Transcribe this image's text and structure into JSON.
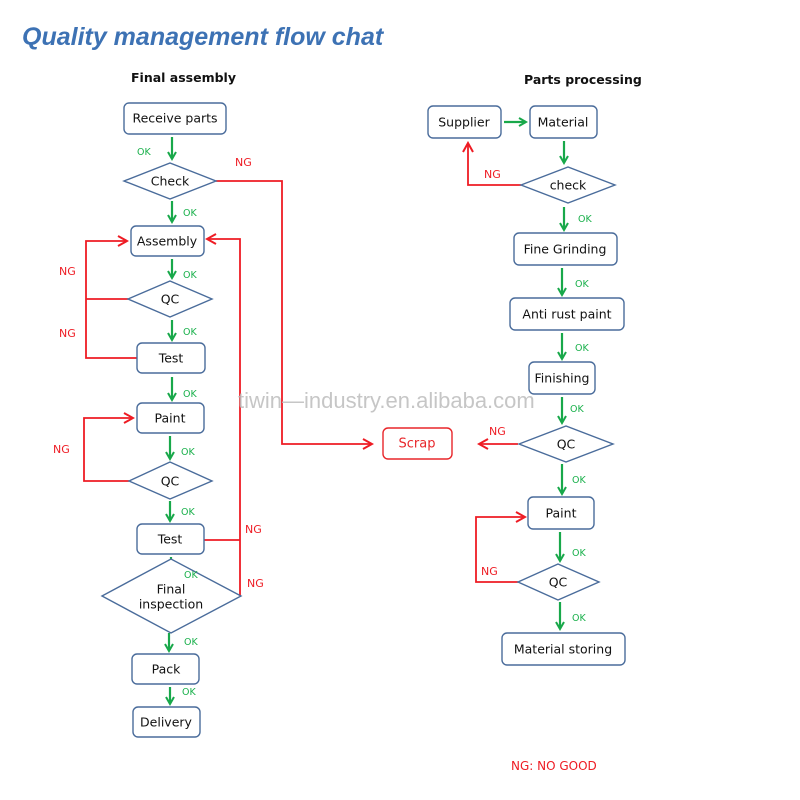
{
  "title": "Quality management flow chat",
  "final_assembly": {
    "heading": "Final assembly",
    "nodes": [
      "Receive parts",
      "Check",
      "Assembly",
      "QC",
      "Test",
      "Paint",
      "QC",
      "Test",
      "Final",
      "inspection",
      "Pack",
      "Delivery"
    ]
  },
  "parts_processing": {
    "heading": "Parts processing",
    "nodes": [
      "Supplier",
      "Material",
      "check",
      "Fine Grinding",
      "Anti rust paint",
      "Finishing",
      "QC",
      "Paint",
      "QC",
      "Material storing"
    ]
  },
  "scrap": "Scrap",
  "labels": {
    "ok": "OK",
    "ng": "NG"
  },
  "watermark": "tiwin—industry.en.alibaba.com",
  "legend": "NG:  NO GOOD",
  "colors": {
    "ok": "#18a84a",
    "ng": "#ee1c24",
    "node_border": "#4a6c9b",
    "title": "#3d72b4"
  }
}
